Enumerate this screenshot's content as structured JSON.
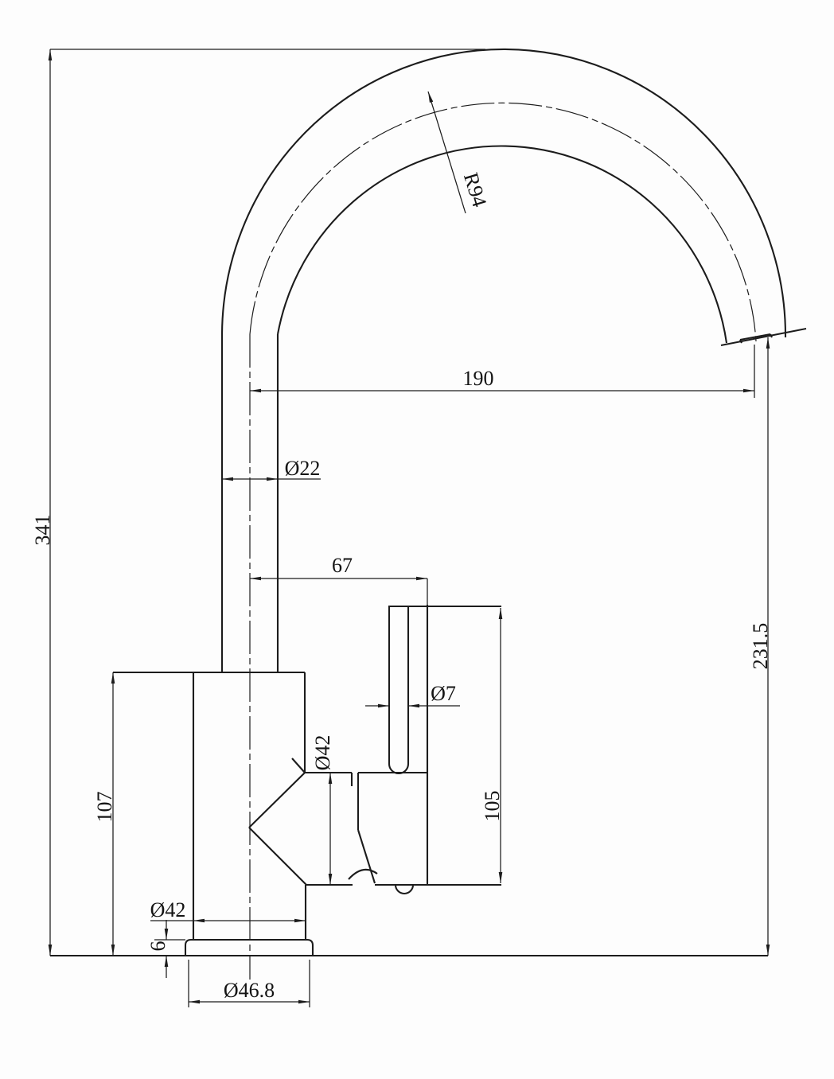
{
  "drawing": {
    "title": "faucet-technical-drawing",
    "dims": {
      "overall_height": "341",
      "body_height": "107",
      "spout_reach": "190",
      "spout_outlet_height": "231.5",
      "bend_radius": "R94",
      "pipe_diameter": "Ø22",
      "lever_offset": "67",
      "lever_rod_diameter": "Ø7",
      "cartridge_diameter": "Ø42",
      "handle_height": "105",
      "body_diameter": "Ø42",
      "base_plate_thickness": "6",
      "base_plate_diameter": "Ø46.8"
    }
  }
}
